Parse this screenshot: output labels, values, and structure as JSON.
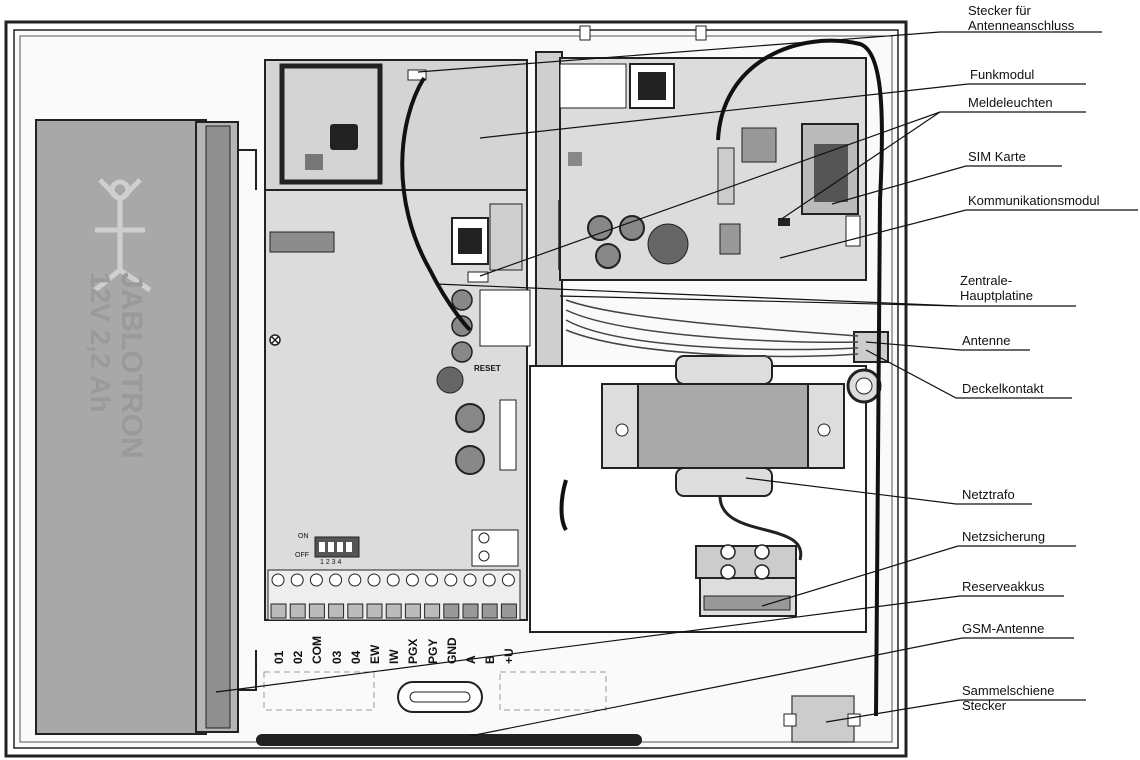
{
  "labels": {
    "stecker_antennenanschluss": [
      "Stecker für",
      "Antenneanschluss"
    ],
    "funkmodul": "Funkmodul",
    "meldeleuchten": "Meldeleuchten",
    "sim_karte": "SIM Karte",
    "kommunikationsmodul": "Kommunikationsmodul",
    "zentrale_hauptplatine": [
      "Zentrale-",
      "Hauptplatine"
    ],
    "antenne": "Antenne",
    "deckelkontakt": "Deckelkontakt",
    "netztrafo": "Netztrafo",
    "netzsicherung": "Netzsicherung",
    "reserveakkus": "Reserveakkus",
    "gsm_antenne": "GSM-Antenne",
    "sammelschiene_stecker": [
      "Sammelschiene",
      "Stecker"
    ]
  },
  "battery": {
    "brand": "JABLOTRON",
    "spec": "12V  2,2 Ah"
  },
  "board": {
    "reset": "RESET",
    "dip_on": "ON",
    "dip_off": "OFF",
    "dip_numbers": "1 2 3 4"
  },
  "terminals": [
    "01",
    "02",
    "COM",
    "03",
    "04",
    "EW",
    "IW",
    "PGX",
    "PGY",
    "GND",
    "A",
    "B",
    "+U"
  ]
}
